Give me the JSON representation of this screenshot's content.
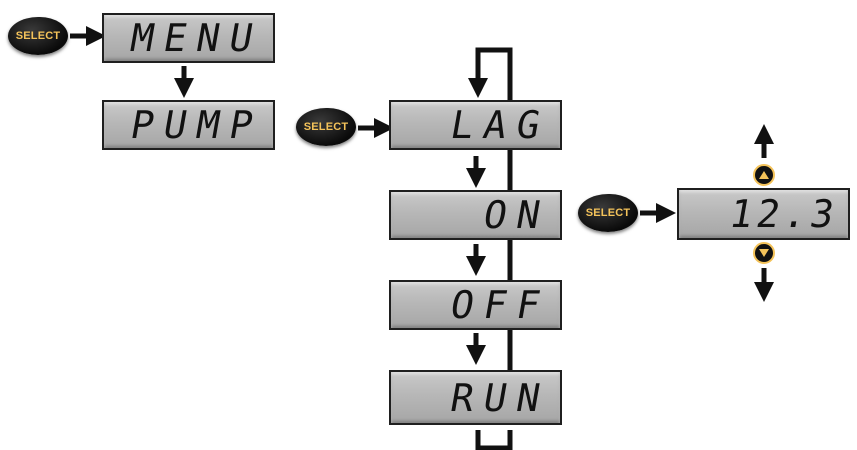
{
  "menu": {
    "select_label": "SELECT",
    "menu_display": "MENU",
    "pump_display": "PUMP"
  },
  "pump_options": {
    "select_label": "SELECT",
    "items": [
      "LAG",
      "ON",
      "OFF",
      "RUN"
    ]
  },
  "value_edit": {
    "select_label": "SELECT",
    "value_display": "12.3",
    "up_icon": "up-triangle-icon",
    "down_icon": "down-triangle-icon"
  },
  "colors": {
    "button_text": "#f4c35a",
    "lcd_background": "#b7b7b7",
    "arrow": "#111111"
  }
}
